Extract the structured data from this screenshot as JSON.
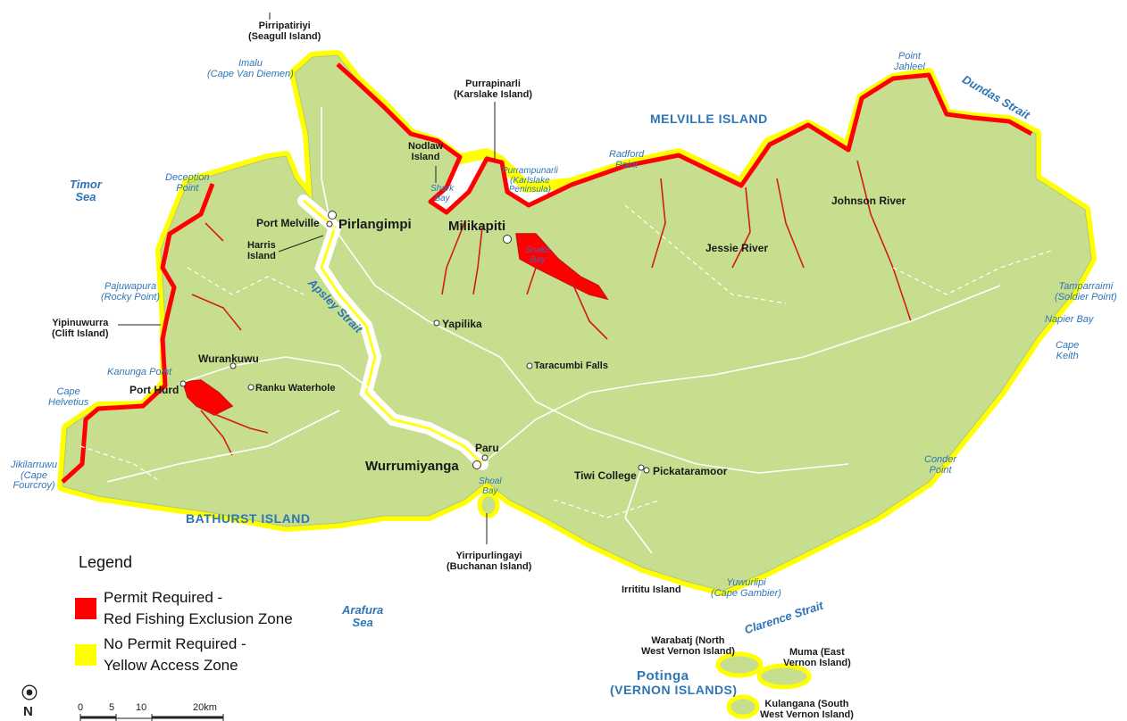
{
  "legend": {
    "title": "Legend",
    "items": [
      {
        "line1": "Permit Required -",
        "line2": "Red Fishing Exclusion Zone",
        "color": "#ff0000"
      },
      {
        "line1": "No Permit Required -",
        "line2": "Yellow Access Zone",
        "color": "#ffff00"
      }
    ]
  },
  "colors": {
    "land": "#c8de8f",
    "permit_zone": "#ff0000",
    "access_zone": "#ffff00",
    "water_label": "#2e75b6",
    "road": "#ffffff",
    "river": "#8a6a6a"
  },
  "north_arrow": {
    "symbol": "⦿",
    "label": "N"
  },
  "scale_bar": {
    "ticks": [
      "0",
      "5",
      "10",
      "20km"
    ]
  },
  "islands": {
    "bathurst": "BATHURST ISLAND",
    "melville": "MELVILLE  ISLAND",
    "potinga_1": "Potinga",
    "potinga_2": "(VERNON ISLANDS)"
  },
  "seas": {
    "timor": [
      "Timor",
      "Sea"
    ],
    "arafura": [
      "Arafura",
      "Sea"
    ],
    "dundas": "Dundas Strait",
    "clarence": "Clarence Strait",
    "apsley": "Apsley Strait"
  },
  "water_features": {
    "imalu": [
      "Imalu",
      "(Cape Van Diemen)"
    ],
    "deception": [
      "Deception",
      "Point"
    ],
    "pajuwapura": [
      "Pajuwapura",
      "(Rocky Point)"
    ],
    "kanunga": "Kanunga Point",
    "helvetius": [
      "Cape",
      "Helvetius"
    ],
    "jikilarruwu": [
      "Jikilarruwu",
      "(Cape",
      "Fourcroy)"
    ],
    "shark_bay": [
      "Shark",
      "Bay"
    ],
    "purrampunarli": [
      "Purrampunarli",
      "(Karlslake",
      "Peninsula)"
    ],
    "snake_bay": [
      "Snake",
      "Bay"
    ],
    "radford": [
      "Radford",
      "Point"
    ],
    "jahleel": [
      "Point",
      "Jahleel"
    ],
    "tamparraimi": [
      "Tamparraimi",
      "(Soldier Point)"
    ],
    "napier": "Napier Bay",
    "keith": [
      "Cape",
      "Keith"
    ],
    "conder": [
      "Conder",
      "Point"
    ],
    "yuwurlipi": [
      "Yuwurlipi",
      "(Cape Gambier)"
    ],
    "shoal_bay": [
      "Shoal",
      "Bay"
    ]
  },
  "places": {
    "pirripatiriyi": [
      "Pirripatiriyi",
      "(Seagull Island)"
    ],
    "purrapinarli": [
      "Purrapinarli",
      "(Karslake Island)"
    ],
    "nodlaw": [
      "Nodlaw",
      "Island"
    ],
    "harris": [
      "Harris",
      "Island"
    ],
    "yipinuwurra": [
      "Yipinuwurra",
      "(Clift Island)"
    ],
    "yirripurlingayi": [
      "Yirripurlingayi",
      "(Buchanan Island)"
    ],
    "irrititu": "Irrititu Island",
    "warabatj": [
      "Warabatj (North",
      "West Vernon Island)"
    ],
    "muma": [
      "Muma (East",
      "Vernon Island)"
    ],
    "kulangana": [
      "Kulangana (South",
      "West Vernon Island)"
    ]
  },
  "towns": {
    "port_melville": "Port Melville",
    "pirlangimpi": "Pirlangimpi",
    "milikapiti": "Milikapiti",
    "yapilika": "Yapilika",
    "wurankuwu": "Wurankuwu",
    "port_hurd": "Port Hurd",
    "ranku": "Ranku Waterhole",
    "taracumbi": "Taracumbi Falls",
    "paru": "Paru",
    "wurrumiyanga": "Wurrumiyanga",
    "tiwi_college": "Tiwi College",
    "pickataramoor": "Pickataramoor",
    "jessie_river": "Jessie River",
    "johnson_river": "Johnson River"
  }
}
